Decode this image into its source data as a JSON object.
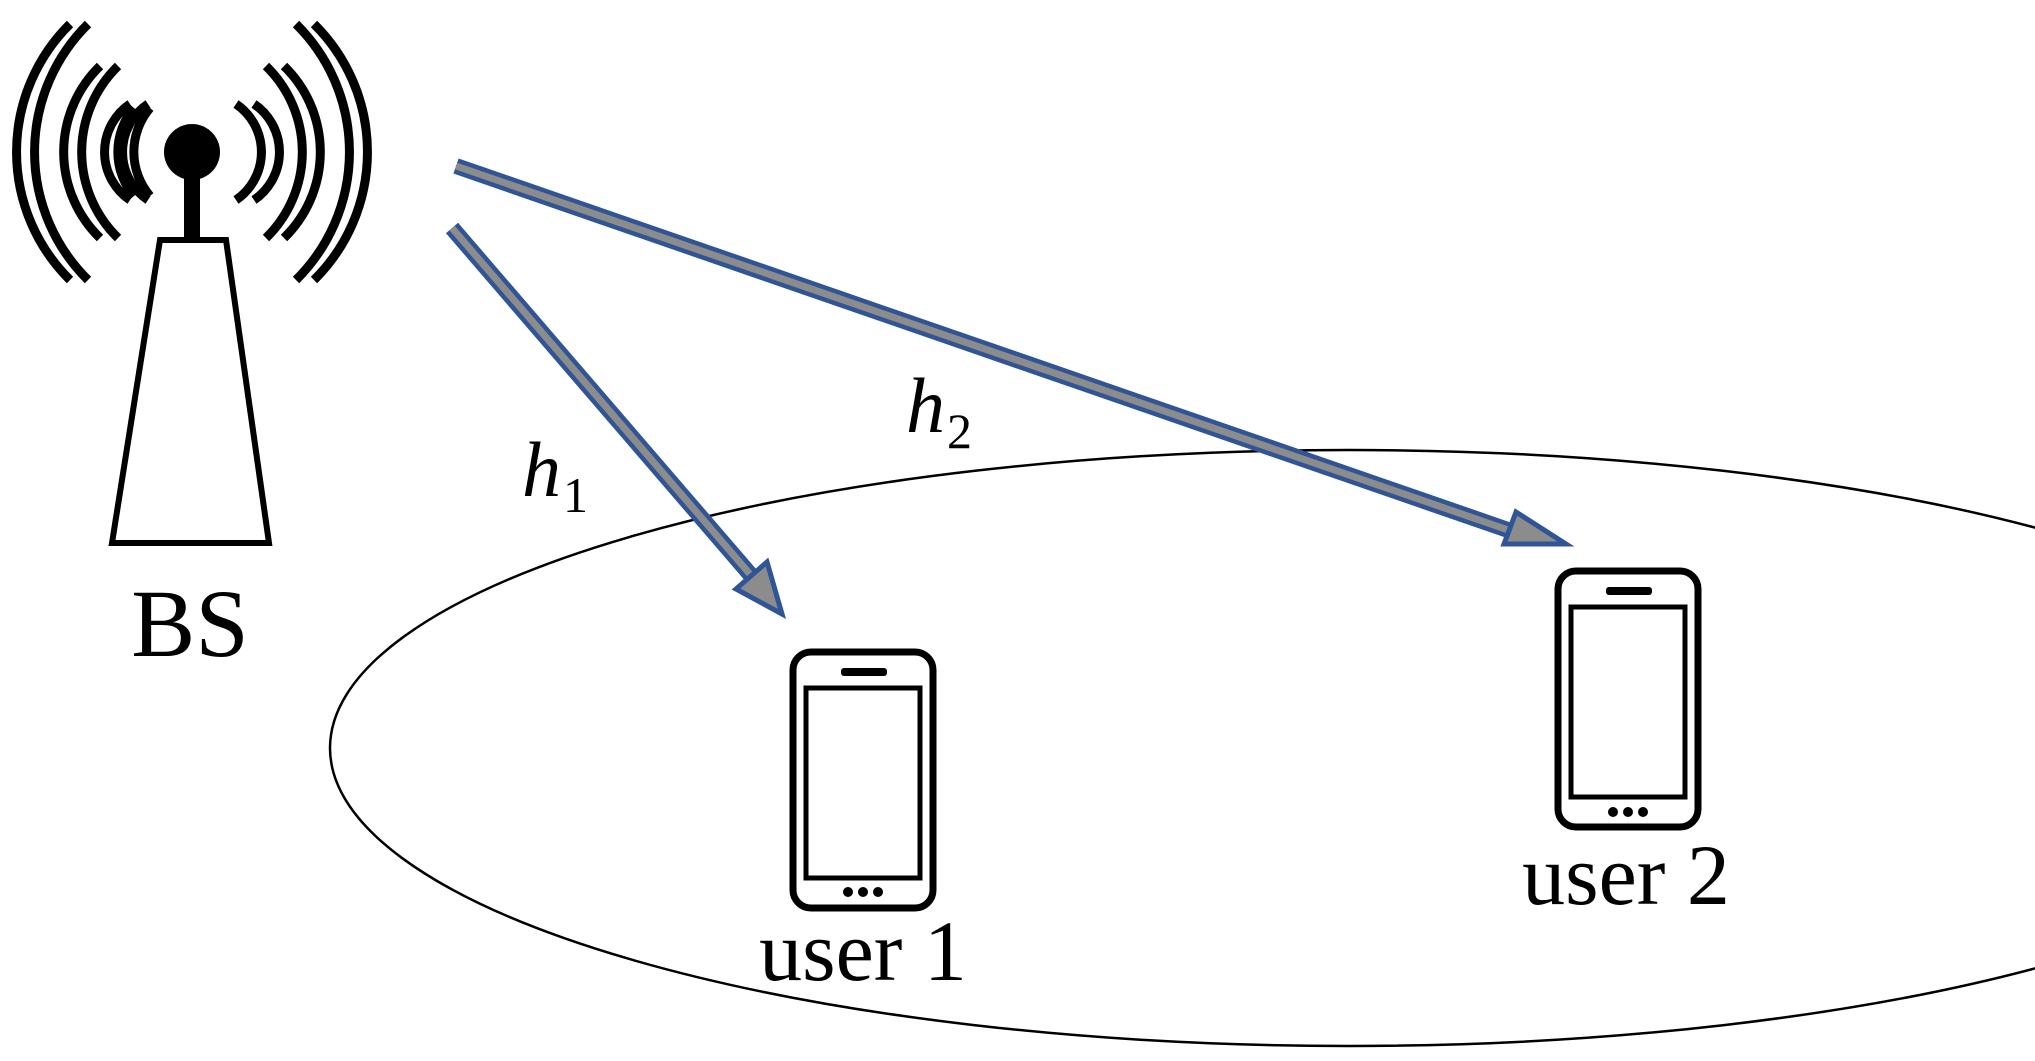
{
  "labels": {
    "base_station": "BS",
    "user1": "user 1",
    "user2": "user 2",
    "channel1_symbol": "h",
    "channel1_subscript": "1",
    "channel2_symbol": "h",
    "channel2_subscript": "2"
  },
  "colors": {
    "arrow_outline": "#2f5597",
    "arrow_fill": "#8c8c8c",
    "stroke": "#000000",
    "background": "#ffffff"
  },
  "icons": [
    "base-station-antenna-icon",
    "smartphone-icon"
  ]
}
